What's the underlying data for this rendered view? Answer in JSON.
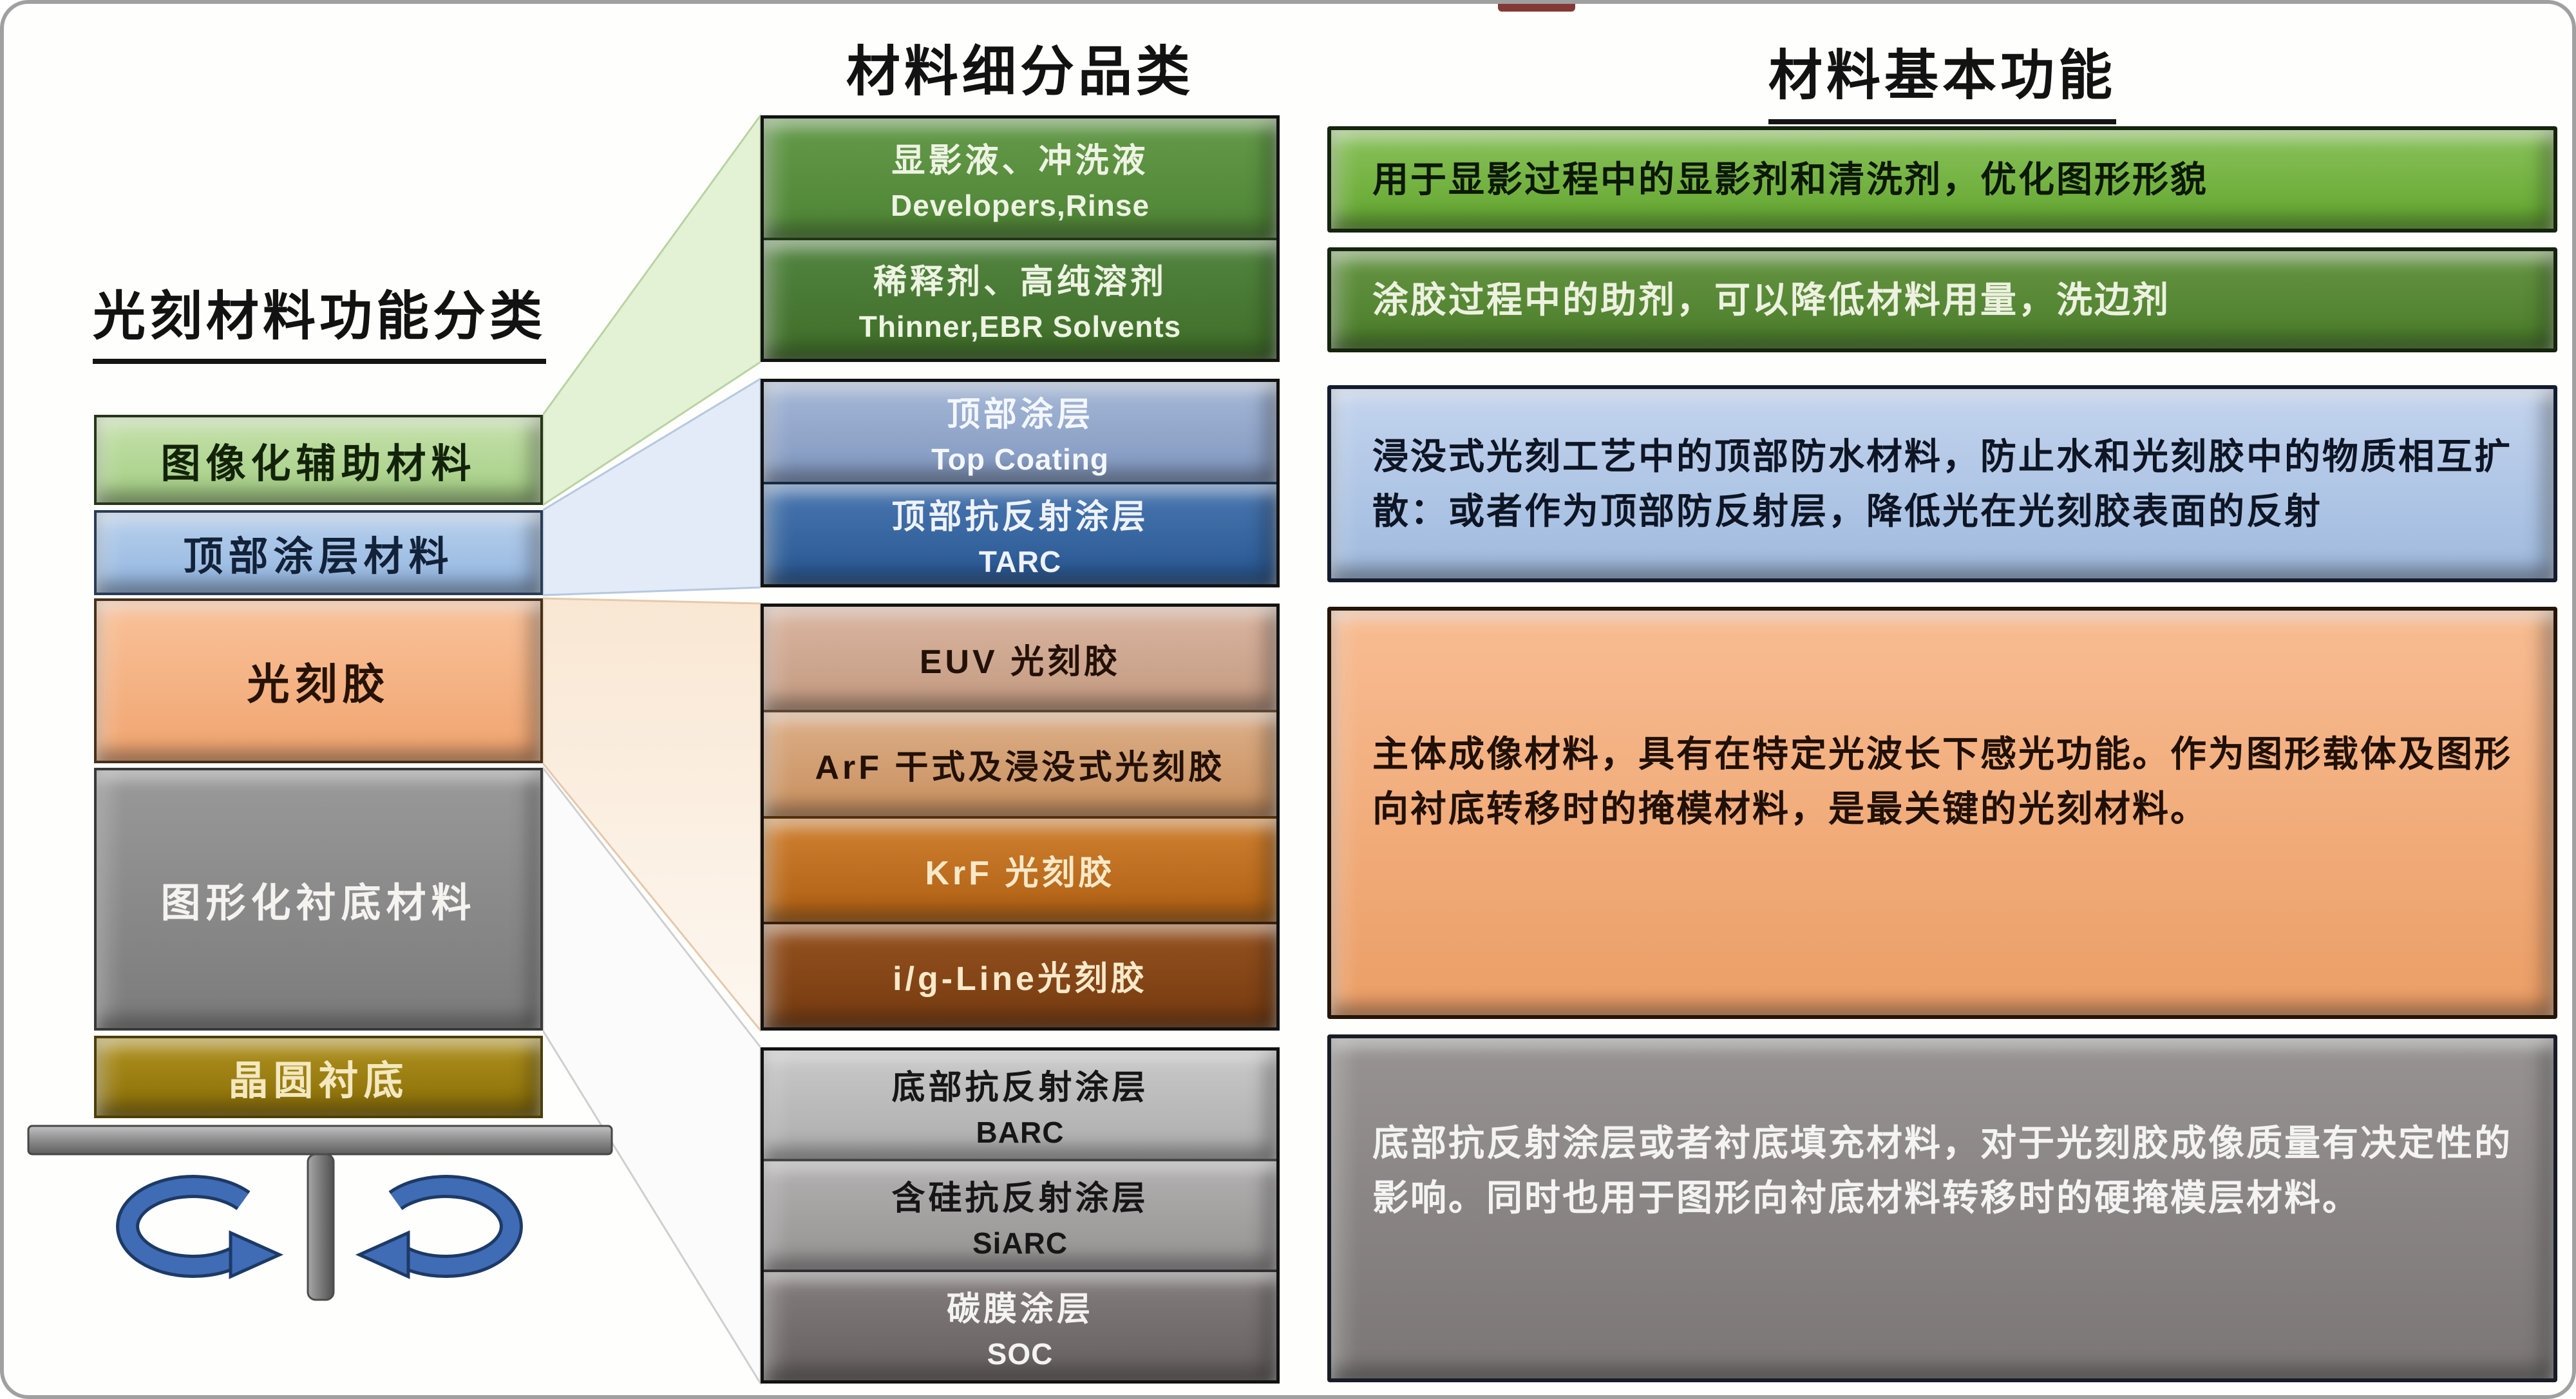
{
  "titles": {
    "left": "光刻材料功能分类",
    "middle": "材料细分品类",
    "right": "材料基本功能"
  },
  "wafer_stack": {
    "layers": [
      {
        "id": "aux",
        "label": "图像化辅助材料",
        "color": "#b4d794"
      },
      {
        "id": "topcoat",
        "label": "顶部涂层材料",
        "color": "#a5c2e6"
      },
      {
        "id": "resist",
        "label": "光刻胶",
        "color": "#f5b184"
      },
      {
        "id": "substrate",
        "label": "图形化衬底材料",
        "color": "#8a8a8a"
      },
      {
        "id": "wafer",
        "label": "晶圆衬底",
        "color": "#9c7f12"
      }
    ]
  },
  "subcategories": {
    "groups": [
      {
        "id": "aux",
        "rows": [
          {
            "zh": "显影液、冲洗液",
            "en": "Developers,Rinse"
          },
          {
            "zh": "稀释剂、高纯溶剂",
            "en": "Thinner,EBR Solvents"
          }
        ]
      },
      {
        "id": "topcoat",
        "rows": [
          {
            "zh": "顶部涂层",
            "en": "Top Coating"
          },
          {
            "zh": "顶部抗反射涂层",
            "en": "TARC"
          }
        ]
      },
      {
        "id": "resist",
        "rows": [
          {
            "zh": "EUV 光刻胶"
          },
          {
            "zh": "ArF 干式及浸没式光刻胶"
          },
          {
            "zh": "KrF 光刻胶"
          },
          {
            "zh": "i/g-Line光刻胶"
          }
        ]
      },
      {
        "id": "substrate",
        "rows": [
          {
            "zh": "底部抗反射涂层",
            "en": "BARC"
          },
          {
            "zh": "含硅抗反射涂层",
            "en": "SiARC"
          },
          {
            "zh": "碳膜涂层",
            "en": "SOC"
          }
        ]
      }
    ]
  },
  "functions": {
    "items": [
      {
        "id": "developer",
        "text": "用于显影过程中的显影剂和清洗剂，优化图形形貌"
      },
      {
        "id": "thinner",
        "text": "涂胶过程中的助剂，可以降低材料用量，洗边剂"
      },
      {
        "id": "topcoat",
        "text": "浸没式光刻工艺中的顶部防水材料，防止水和光刻胶中的物质相互扩散：或者作为顶部防反射层，降低光在光刻胶表面的反射"
      },
      {
        "id": "resist",
        "text": "主体成像材料，具有在特定光波长下感光功能。作为图形载体及图形向衬底转移时的掩模材料，是最关键的光刻材料。"
      },
      {
        "id": "substrate",
        "text": "底部抗反射涂层或者衬底填充材料，对于光刻胶成像质量有决定性的影响。同时也用于图形向衬底材料转移时的硬掩模层材料。"
      }
    ]
  },
  "colors": {
    "accent_green_bright": "#74b341",
    "accent_green_dark": "#4d8334",
    "accent_blue_light": "#b2c8e8",
    "accent_blue_dark": "#2e5b9b",
    "accent_orange": "#f3ab79",
    "accent_brown": "#86471a",
    "accent_gray": "#8b8686",
    "accent_olive": "#9c7f12",
    "arrow_blue": "#3a67b0"
  }
}
